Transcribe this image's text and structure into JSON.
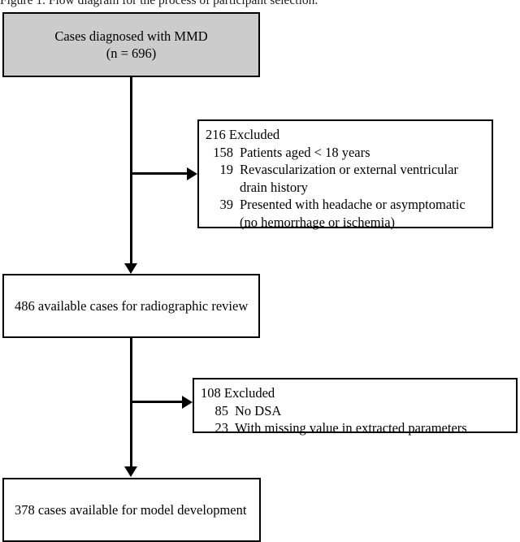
{
  "caption": "Figure 1. Flow diagram for the process of participant selection.",
  "flow": {
    "start_box": {
      "line1": "Cases diagnosed with MMD",
      "line2": "(n = 696)"
    },
    "exclusion_1": {
      "header_count": "216",
      "header_label": "Excluded",
      "items": [
        {
          "count": "158",
          "text": "Patients aged < 18 years",
          "cont": ""
        },
        {
          "count": "19",
          "text": "Revascularization or external ventricular",
          "cont": "drain history"
        },
        {
          "count": "39",
          "text": "Presented with headache or asymptomatic",
          "cont": "(no hemorrhage or ischemia)"
        }
      ]
    },
    "stage_box": {
      "text": "486 available cases for radiographic review"
    },
    "exclusion_2": {
      "header_count": "108",
      "header_label": "Excluded",
      "items": [
        {
          "count": "85",
          "text": "No DSA",
          "cont": ""
        },
        {
          "count": "23",
          "text": "With missing value in extracted parameters",
          "cont": ""
        }
      ]
    },
    "end_box": {
      "text": "378 cases available for model development"
    }
  },
  "colors": {
    "shaded_box_fill": "#cccccc",
    "stroke": "#000000",
    "background": "#ffffff"
  }
}
